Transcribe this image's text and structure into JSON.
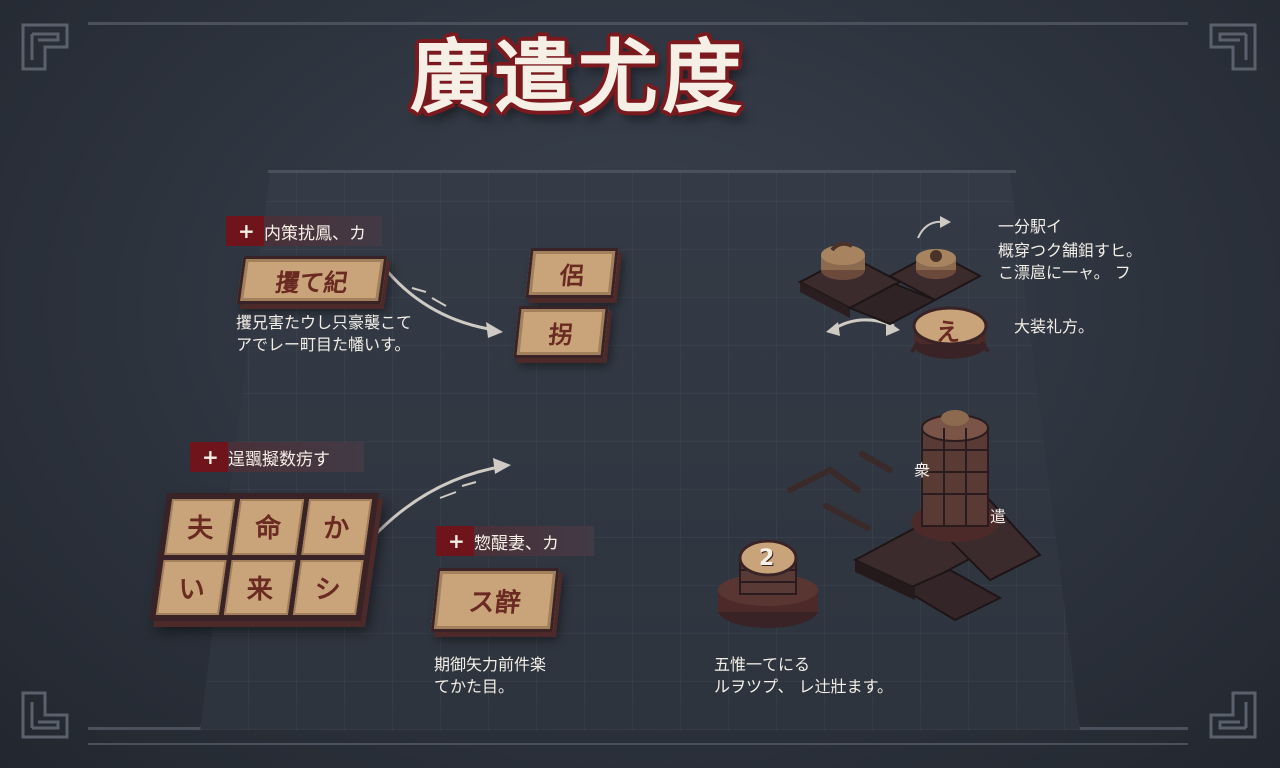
{
  "title": "廣遣尤度",
  "top_left": {
    "tag": "内策扰鳳、カ",
    "tile": "攫て紀",
    "desc_line1": "攫兄害たウし只豪襲こて",
    "desc_line2": "アでレー町目た幡いす。",
    "stack_tile_1": "侶",
    "stack_tile_2": "拐"
  },
  "bottom_left": {
    "tag": "逞飁擬数疠す",
    "grid": [
      "夫",
      "命",
      "か",
      "い",
      "来",
      "シ"
    ]
  },
  "bottom_mid": {
    "tag": "惣醍妻、カ",
    "tile": "ス辪",
    "desc_line1": "期御矢力前件楽",
    "desc_line2": "てかた目。"
  },
  "top_right": {
    "heading": "一分駅イ",
    "desc_line1": "概穿つク舗鉬すヒ。",
    "desc_line2": "こ漂扈に一ャ。 フ",
    "token_label": "え",
    "side_label": "大装礼方。"
  },
  "bottom_right": {
    "token_number": "2",
    "label_a": "衆",
    "label_b": "遣",
    "desc_line1": "五惟一てにる",
    "desc_line2": "ルヲツプ、 レ辻壯ます。"
  },
  "colors": {
    "background": "#2c323c",
    "tile": "#c9a47a",
    "accent_red": "#6e141a",
    "tile_text": "#6a2a22"
  }
}
